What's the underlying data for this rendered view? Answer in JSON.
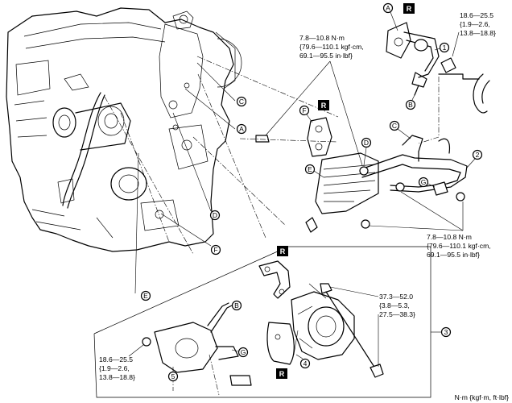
{
  "labels": {
    "A": "A",
    "B": "B",
    "C": "C",
    "D": "D",
    "E": "E",
    "F": "F",
    "G": "G",
    "n1": "1",
    "n2": "2",
    "n3": "3",
    "n4": "4",
    "n5": "5",
    "R": "R"
  },
  "torque": {
    "top_center": [
      "7.8—10.8 N·m",
      "{79.6—110.1 kgf·cm,",
      "69.1—95.5 in·lbf}"
    ],
    "top_right": [
      "18.6—25.5",
      "{1.9—2.6,",
      "13.8—18.8}"
    ],
    "mid_right": [
      "7.8—10.8 N·m",
      "{79.6—110.1 kgf·cm,",
      "69.1—95.5 in·lbf}"
    ],
    "pump_right": [
      "37.3—52.0",
      "{3.8—5.3,",
      "27.5—38.3}"
    ],
    "pump_left": [
      "18.6—25.5",
      "{1.9—2.6,",
      "13.8—18.8}"
    ]
  },
  "units": "N·m {kgf·m, ft·lbf}"
}
